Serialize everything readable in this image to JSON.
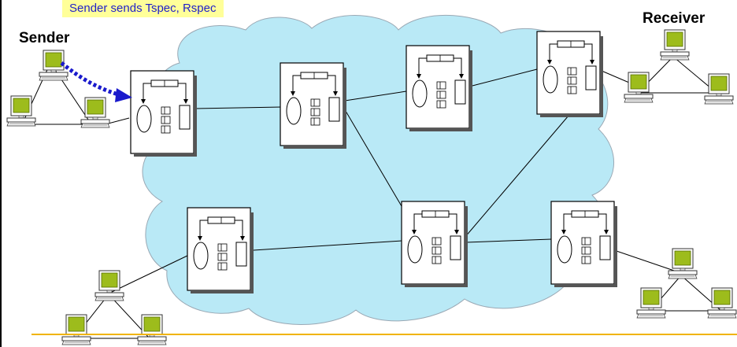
{
  "labels": {
    "caption": "Sender sends Tspec, Rspec",
    "sender": "Sender",
    "receiver": "Receiver"
  },
  "colors": {
    "cloud": "#b9e9f6",
    "arrow": "#1a1acc",
    "caption_bg": "#ffff99",
    "screen": "#9dbc1c",
    "footer_rule": "#f0b400"
  },
  "icons": {
    "router": "router-icon",
    "host": "computer-icon"
  }
}
